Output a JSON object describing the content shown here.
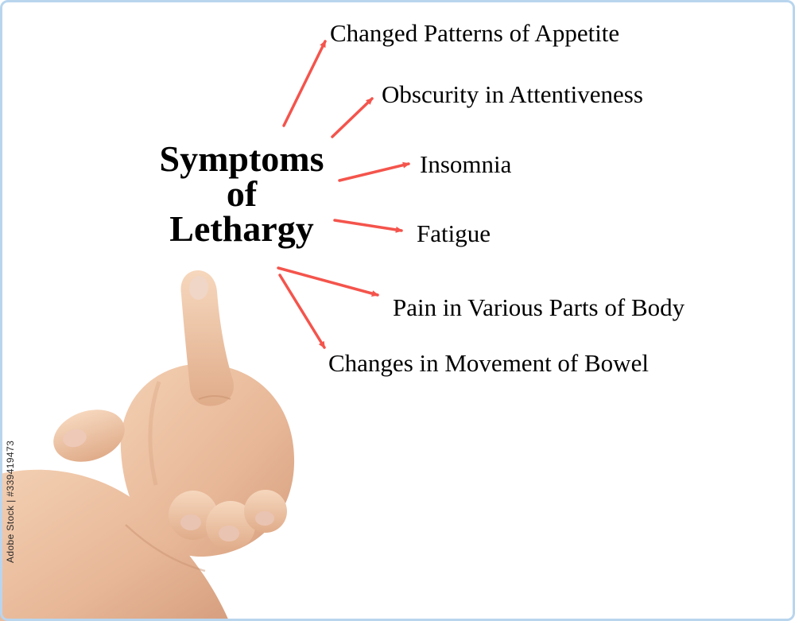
{
  "watermark": {
    "text": "Adobe Stock | #339419473"
  },
  "diagram": {
    "title_lines": [
      "Symptoms",
      "of",
      "Lethargy"
    ],
    "symptoms": [
      "Changed Patterns of Appetite",
      "Obscurity in Attentiveness",
      "Insomnia",
      "Fatigue",
      "Pain in Various Parts of Body",
      "Changes in Movement of Bowel"
    ]
  },
  "colors": {
    "arrow": "#f4544c",
    "frame": "#b9d5ee",
    "text": "#000000"
  }
}
